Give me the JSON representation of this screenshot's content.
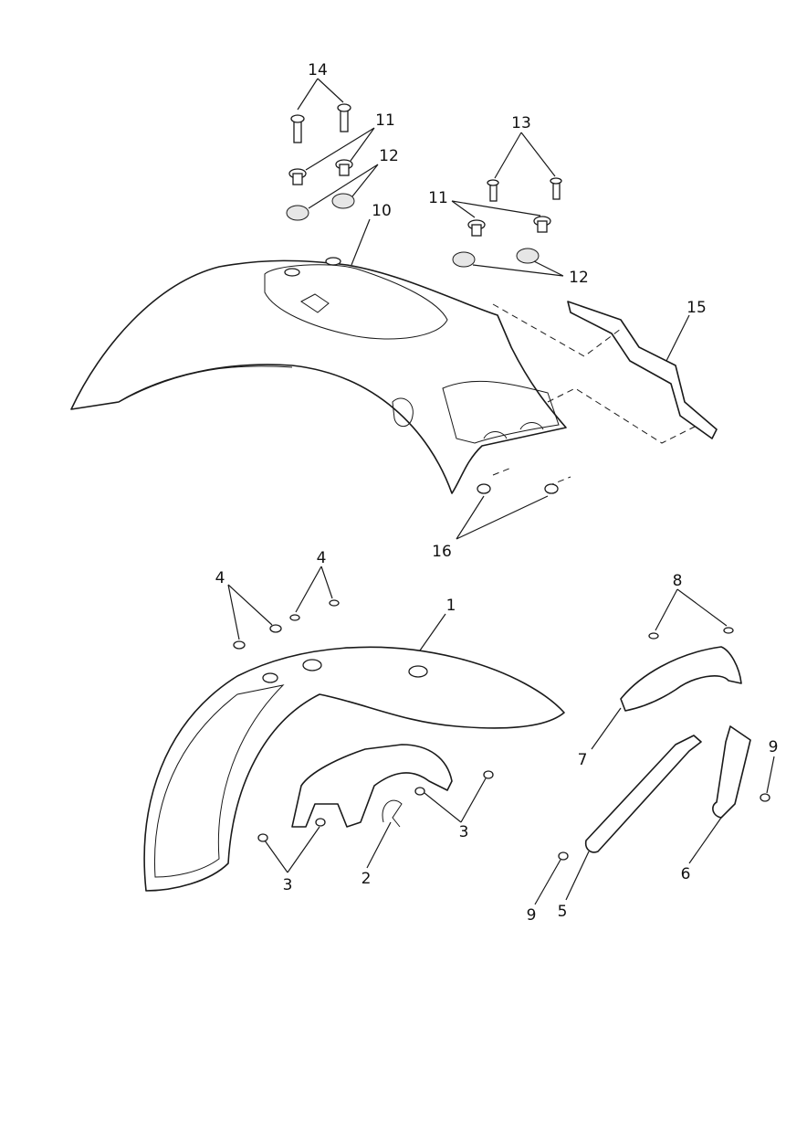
{
  "diagram": {
    "callouts": {
      "c14": "14",
      "c11a": "11",
      "c12a": "12",
      "c10": "10",
      "c13": "13",
      "c11b": "11",
      "c12b": "12",
      "c15": "15",
      "c16": "16",
      "c4a": "4",
      "c4b": "4",
      "c1": "1",
      "c8": "8",
      "c7": "7",
      "c9a": "9",
      "c3a": "3",
      "c3b": "3",
      "c2": "2",
      "c6": "6",
      "c9b": "9",
      "c5": "5"
    }
  }
}
